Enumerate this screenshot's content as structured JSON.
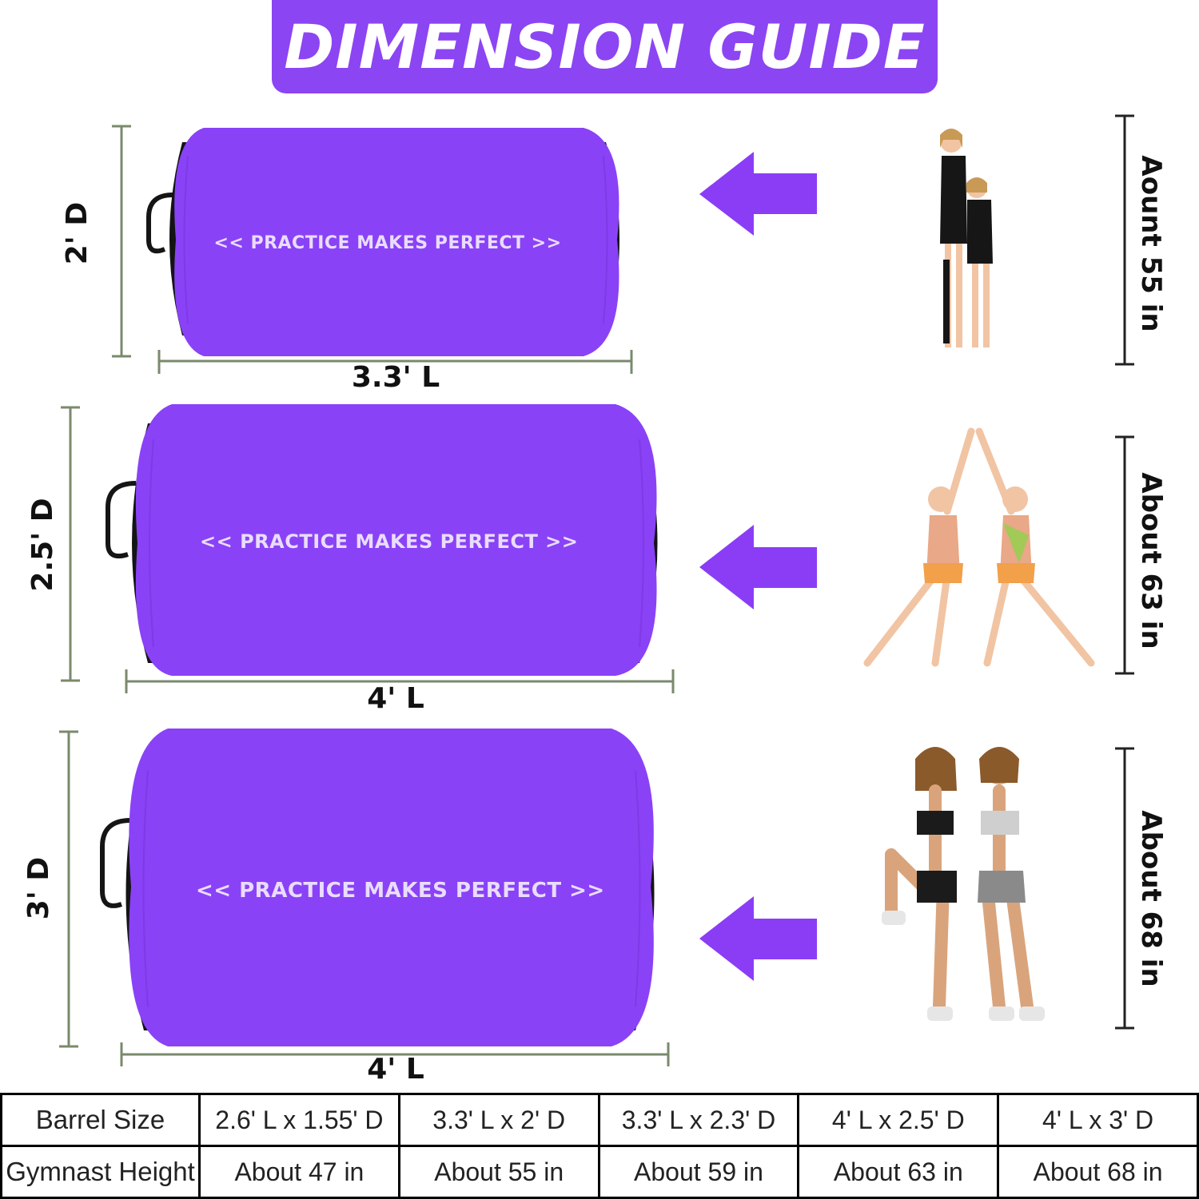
{
  "banner": {
    "title": "DIMENSION GUIDE",
    "color": "#8c45f2"
  },
  "barrel_color": "#8a42f6",
  "rows": [
    {
      "slogan": "<< PRACTICE MAKES PERFECT >>",
      "length_label": "3.3' L",
      "diameter_label": "2' D",
      "height_label": "Aount 55 in"
    },
    {
      "slogan": "<< PRACTICE MAKES PERFECT >>",
      "length_label": "4' L",
      "diameter_label": "2.5' D",
      "height_label": "About 63 in"
    },
    {
      "slogan": "<< PRACTICE MAKES PERFECT >>",
      "length_label": "4' L",
      "diameter_label": "3' D",
      "height_label": "About 68 in"
    }
  ],
  "table": {
    "row1_header": "Barrel Size",
    "row2_header": "Gymnast Height",
    "sizes": [
      "2.6' L x 1.55' D",
      "3.3' L x 2' D",
      "3.3' L x 2.3' D",
      "4' L x 2.5' D",
      "4' L x 3' D"
    ],
    "heights": [
      "About 47 in",
      "About 55 in",
      "About 59 in",
      "About 63 in",
      "About 68 in"
    ]
  }
}
